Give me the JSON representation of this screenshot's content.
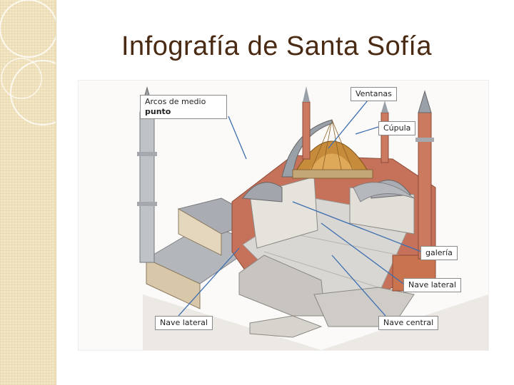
{
  "slide": {
    "title": "Infografía de Santa Sofía"
  },
  "colors": {
    "accent_brown": "#4a2a12",
    "sidebar": "#f3e6c4",
    "leader_line": "#3d6fb0"
  },
  "diagram": {
    "labels": {
      "arcos_line1": "Arcos de medio",
      "arcos_line2": "punto",
      "ventanas": "Ventanas",
      "cupula": "Cúpula",
      "galeria": "galería",
      "nave_lateral_right": "Nave lateral",
      "nave_lateral_left": "Nave lateral",
      "nave_central": "Nave central"
    }
  }
}
